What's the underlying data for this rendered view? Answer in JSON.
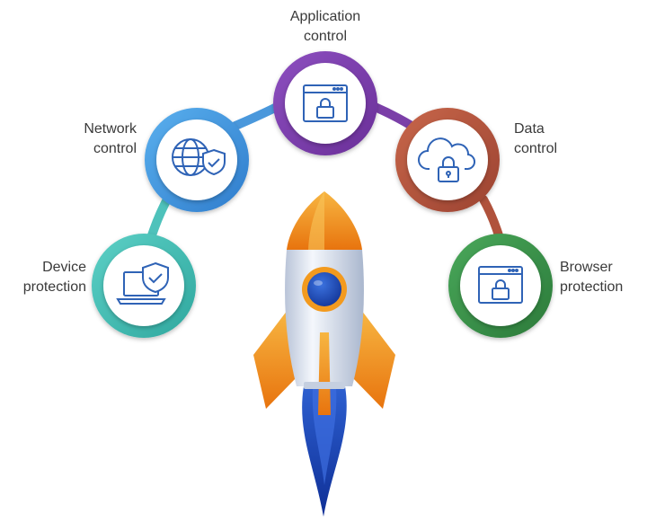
{
  "nodes": [
    {
      "id": "application",
      "lines": [
        "Application",
        "control"
      ],
      "icon": "browser-lock-icon",
      "ring_color": "#7b3fa8"
    },
    {
      "id": "network",
      "lines": [
        "Network",
        "control"
      ],
      "icon": "globe-shield-icon",
      "ring_color": "#3d8fd8"
    },
    {
      "id": "data",
      "lines": [
        "Data",
        "control"
      ],
      "icon": "cloud-lock-icon",
      "ring_color": "#b0523c"
    },
    {
      "id": "device",
      "lines": [
        "Device",
        "protection"
      ],
      "icon": "laptop-shield-icon",
      "ring_color": "#3fb8b0"
    },
    {
      "id": "browser",
      "lines": [
        "Browser",
        "protection"
      ],
      "icon": "browser-lock-icon",
      "ring_color": "#3a8f45"
    }
  ],
  "icon_color": "#2f63b6",
  "rocket": {
    "icon": "rocket-icon",
    "body_color": "#dfe6f2",
    "fin_color": "#f39a1e",
    "window_color": "#2050b8",
    "flame_color": "#1f4fc0"
  }
}
